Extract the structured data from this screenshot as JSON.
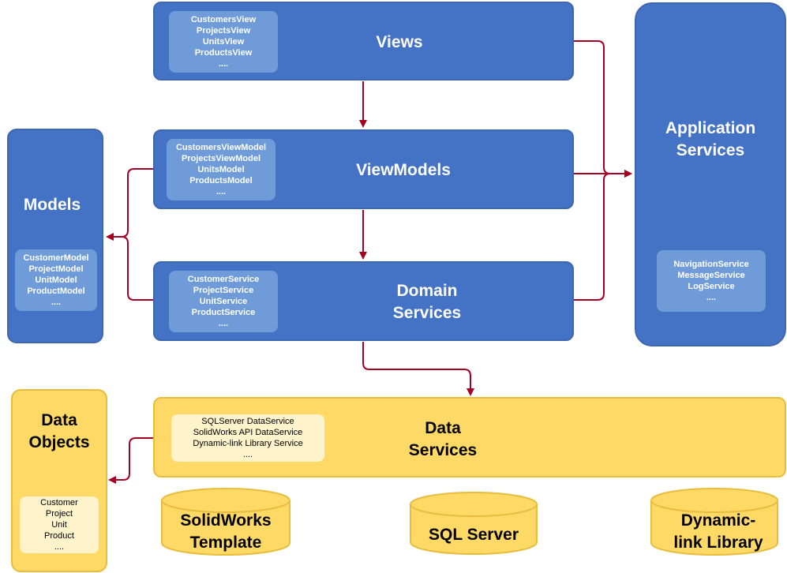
{
  "views": {
    "title": "Views",
    "items": [
      "CustomersView",
      "ProjectsView",
      "UnitsView",
      "ProductsView",
      "...."
    ]
  },
  "viewmodels": {
    "title": "ViewModels",
    "items": [
      "CustomersViewModel",
      "ProjectsViewModel",
      "UnitsModel",
      "ProductsModel",
      "...."
    ]
  },
  "domain_services": {
    "title_line1": "Domain",
    "title_line2": "Services",
    "items": [
      "CustomerService",
      "ProjectService",
      "UnitService",
      "ProductService",
      "...."
    ]
  },
  "models": {
    "title": "Models",
    "items": [
      "CustomerModel",
      "ProjectModel",
      "UnitModel",
      "ProductModel",
      "...."
    ]
  },
  "application_services": {
    "title_line1": "Application",
    "title_line2": "Services",
    "items": [
      "NavigationService",
      "MessageService",
      "LogService",
      "...."
    ]
  },
  "data_services": {
    "title_line1": "Data",
    "title_line2": "Services",
    "items": [
      "SQLServer DataService",
      "SolidWorks API DataService",
      "Dynamic-link Library Service",
      "...."
    ]
  },
  "data_objects": {
    "title_line1": "Data",
    "title_line2": "Objects",
    "items": [
      "Customer",
      "Project",
      "Unit",
      "Product",
      "...."
    ]
  },
  "stores": {
    "solidworks_line1": "SolidWorks",
    "solidworks_line2": "Template",
    "sql_server": "SQL Server",
    "dll_line1": "Dynamic-",
    "dll_line2": "link Library"
  },
  "colors": {
    "blue_fill": "#4472c4",
    "blue_inner": "#6f9bd8",
    "yellow_fill": "#ffd966",
    "yellow_inner": "#fff3cc",
    "arrow": "#a50021"
  }
}
